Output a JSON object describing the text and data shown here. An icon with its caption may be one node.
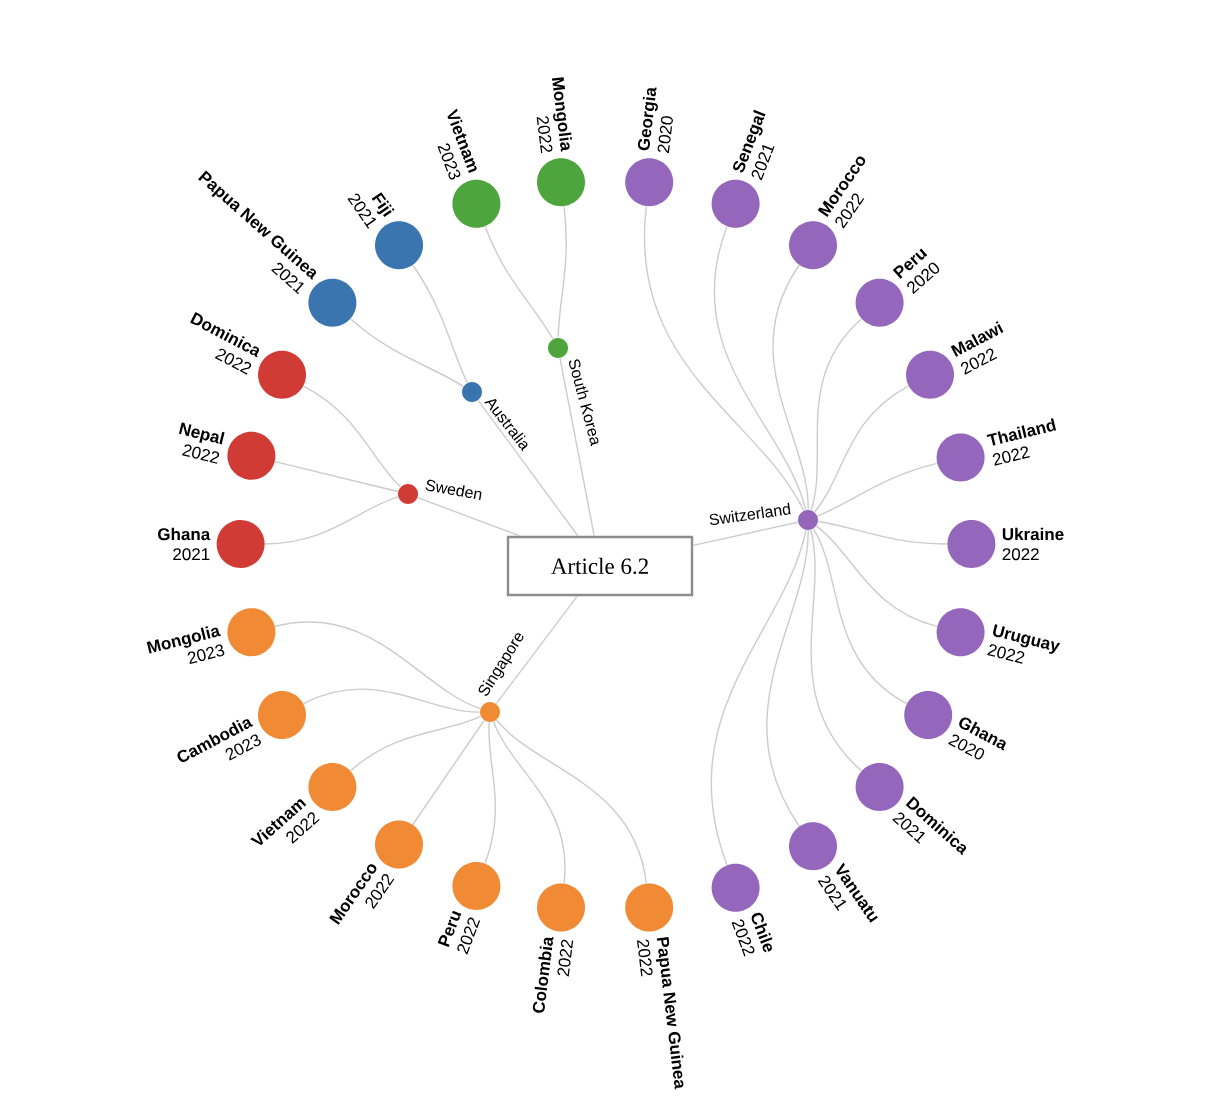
{
  "diagram": {
    "nodes": [
      {
        "text": [
          "Article 6.2"
        ]
      },
      {
        "text": [],
        "shape": "circle",
        "beside": [
          "Sweden"
        ]
      },
      {
        "text": [],
        "shape": "circle",
        "beside": [
          "Australia"
        ]
      },
      {
        "text": [],
        "shape": "circle",
        "beside": [
          "South Korea"
        ]
      },
      {
        "text": [],
        "shape": "circle",
        "beside": [
          "Switzerland"
        ]
      },
      {
        "text": [],
        "shape": "circle",
        "beside": [
          "Singapore"
        ]
      },
      {
        "text": [],
        "shape": "circle",
        "beside": [
          "Ghana",
          "2021"
        ]
      },
      {
        "text": [],
        "shape": "circle",
        "beside": [
          "Nepal",
          "2022"
        ]
      },
      {
        "text": [],
        "shape": "circle",
        "beside": [
          "Dominica",
          "2022"
        ]
      },
      {
        "text": [],
        "shape": "circle",
        "beside": [
          "Papua New Guinea",
          "2021"
        ]
      },
      {
        "text": [],
        "shape": "circle",
        "beside": [
          "Fiji",
          "2021"
        ]
      },
      {
        "text": [],
        "shape": "circle",
        "beside": [
          "Vietnam",
          "2023"
        ]
      },
      {
        "text": [],
        "shape": "circle",
        "beside": [
          "Mongolia",
          "2022"
        ]
      },
      {
        "text": [],
        "shape": "circle",
        "beside": [
          "Georgia",
          "2020"
        ]
      },
      {
        "text": [],
        "shape": "circle",
        "beside": [
          "Senegal",
          "2021"
        ]
      },
      {
        "text": [],
        "shape": "circle",
        "beside": [
          "Morocco",
          "2022"
        ]
      },
      {
        "text": [],
        "shape": "circle",
        "beside": [
          "Peru",
          "2020"
        ]
      },
      {
        "text": [],
        "shape": "circle",
        "beside": [
          "Malawi",
          "2022"
        ]
      },
      {
        "text": [],
        "shape": "circle",
        "beside": [
          "Thailand",
          "2022"
        ]
      },
      {
        "text": [],
        "shape": "circle",
        "beside": [
          "Ukraine",
          "2022"
        ]
      },
      {
        "text": [],
        "shape": "circle",
        "beside": [
          "Uruguay",
          "2022"
        ]
      },
      {
        "text": [],
        "shape": "circle",
        "beside": [
          "Ghana",
          "2020"
        ]
      },
      {
        "text": [],
        "shape": "circle",
        "beside": [
          "Dominica",
          "2021"
        ]
      },
      {
        "text": [],
        "shape": "circle",
        "beside": [
          "Vanuatu",
          "2021"
        ]
      },
      {
        "text": [],
        "shape": "circle",
        "beside": [
          "Chile",
          "2022"
        ]
      },
      {
        "text": [],
        "shape": "circle",
        "beside": [
          "Papua New Guinea",
          "2022"
        ]
      },
      {
        "text": [],
        "shape": "circle",
        "beside": [
          "Colombia",
          "2022"
        ]
      },
      {
        "text": [],
        "shape": "circle",
        "beside": [
          "Peru",
          "2022"
        ]
      },
      {
        "text": [],
        "shape": "circle",
        "beside": [
          "Morocco",
          "2022"
        ]
      },
      {
        "text": [],
        "shape": "circle",
        "beside": [
          "Vietnam",
          "2022"
        ]
      },
      {
        "text": [],
        "shape": "circle",
        "beside": [
          "Cambodia",
          "2023"
        ]
      },
      {
        "text": [],
        "shape": "circle",
        "beside": [
          "Mongolia",
          "2023"
        ]
      }
    ],
    "edges": [
      {
        "from": 0,
        "to": 1,
        "arrow": "none"
      },
      {
        "from": 0,
        "to": 2,
        "arrow": "none"
      },
      {
        "from": 0,
        "to": 3,
        "arrow": "none"
      },
      {
        "from": 0,
        "to": 4,
        "arrow": "none"
      },
      {
        "from": 0,
        "to": 5,
        "arrow": "none"
      },
      {
        "from": 1,
        "to": 6,
        "arrow": "none"
      },
      {
        "from": 1,
        "to": 7,
        "arrow": "none"
      },
      {
        "from": 1,
        "to": 8,
        "arrow": "none"
      },
      {
        "from": 2,
        "to": 9,
        "arrow": "none"
      },
      {
        "from": 2,
        "to": 10,
        "arrow": "none"
      },
      {
        "from": 3,
        "to": 11,
        "arrow": "none"
      },
      {
        "from": 3,
        "to": 12,
        "arrow": "none"
      },
      {
        "from": 4,
        "to": 13,
        "arrow": "none"
      },
      {
        "from": 4,
        "to": 14,
        "arrow": "none"
      },
      {
        "from": 4,
        "to": 15,
        "arrow": "none"
      },
      {
        "from": 4,
        "to": 16,
        "arrow": "none"
      },
      {
        "from": 4,
        "to": 17,
        "arrow": "none"
      },
      {
        "from": 4,
        "to": 18,
        "arrow": "none"
      },
      {
        "from": 4,
        "to": 19,
        "arrow": "none"
      },
      {
        "from": 4,
        "to": 20,
        "arrow": "none"
      },
      {
        "from": 4,
        "to": 21,
        "arrow": "none"
      },
      {
        "from": 4,
        "to": 22,
        "arrow": "none"
      },
      {
        "from": 4,
        "to": 23,
        "arrow": "none"
      },
      {
        "from": 4,
        "to": 24,
        "arrow": "none"
      },
      {
        "from": 5,
        "to": 25,
        "arrow": "none"
      },
      {
        "from": 5,
        "to": 26,
        "arrow": "none"
      },
      {
        "from": 5,
        "to": 27,
        "arrow": "none"
      },
      {
        "from": 5,
        "to": 28,
        "arrow": "none"
      },
      {
        "from": 5,
        "to": 29,
        "arrow": "none"
      },
      {
        "from": 5,
        "to": 30,
        "arrow": "none"
      },
      {
        "from": 5,
        "to": 31,
        "arrow": "none"
      }
    ]
  }
}
